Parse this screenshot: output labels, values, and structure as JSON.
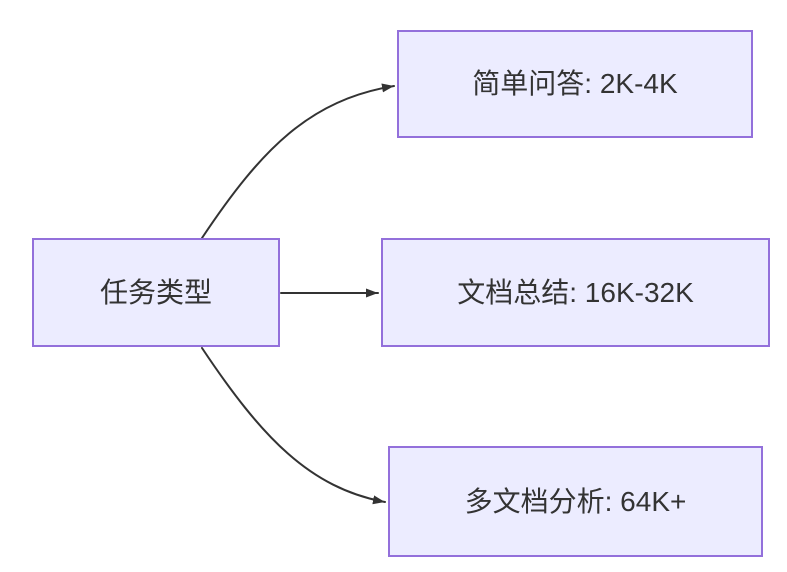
{
  "diagram": {
    "type": "flowchart-left-to-right",
    "root": {
      "id": "task-type",
      "label": "任务类型"
    },
    "branches": [
      {
        "id": "simple-qa",
        "label": "简单问答: 2K-4K"
      },
      {
        "id": "doc-summary",
        "label": "文档总结: 16K-32K"
      },
      {
        "id": "multi-doc",
        "label": "多文档分析: 64K+"
      }
    ],
    "edges": [
      {
        "from": "任务类型",
        "to": "简单问答: 2K-4K",
        "style": "curved-up"
      },
      {
        "from": "任务类型",
        "to": "文档总结: 16K-32K",
        "style": "straight"
      },
      {
        "from": "任务类型",
        "to": "多文档分析: 64K+",
        "style": "curved-down"
      }
    ],
    "colors": {
      "node_fill": "#ECECFF",
      "node_border": "#9370DB",
      "edge": "#333333",
      "text": "#333333",
      "background": "#FFFFFF"
    }
  }
}
